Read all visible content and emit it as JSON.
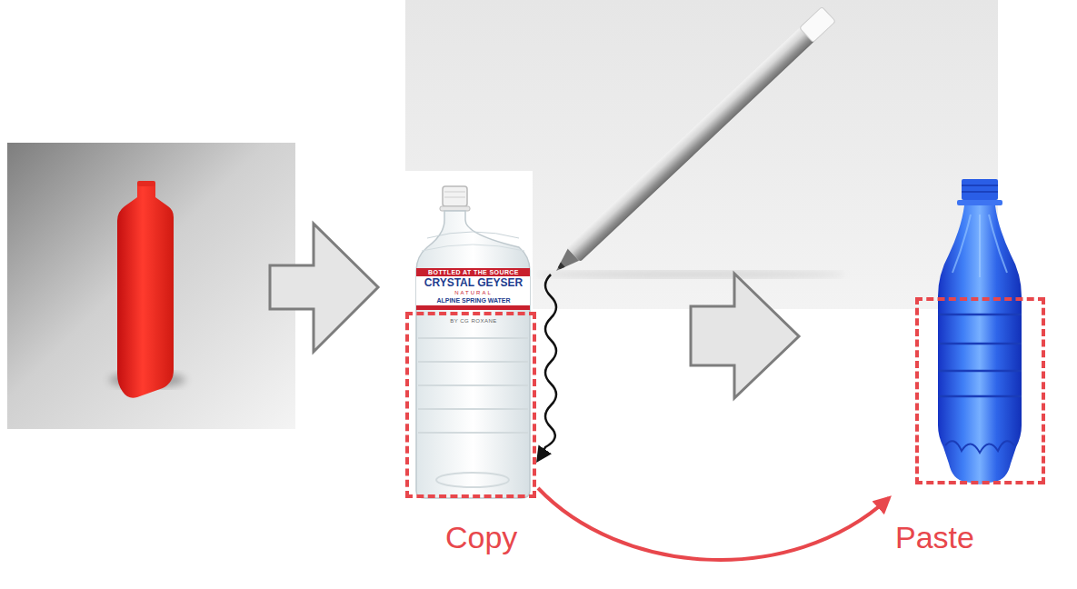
{
  "diagram": {
    "nodes": [
      {
        "text": [
          "Copy"
        ]
      },
      {
        "text": [
          "Paste"
        ]
      }
    ],
    "edges": [
      {
        "from": 0,
        "to": 1,
        "arrow": "to"
      }
    ],
    "labels": [
      "BOTTLED AT THE SOURCE",
      "CRYSTAL GEYSER",
      "NATURAL",
      "ALPINE SPRING WATER",
      "BY CG ROXANE"
    ]
  }
}
